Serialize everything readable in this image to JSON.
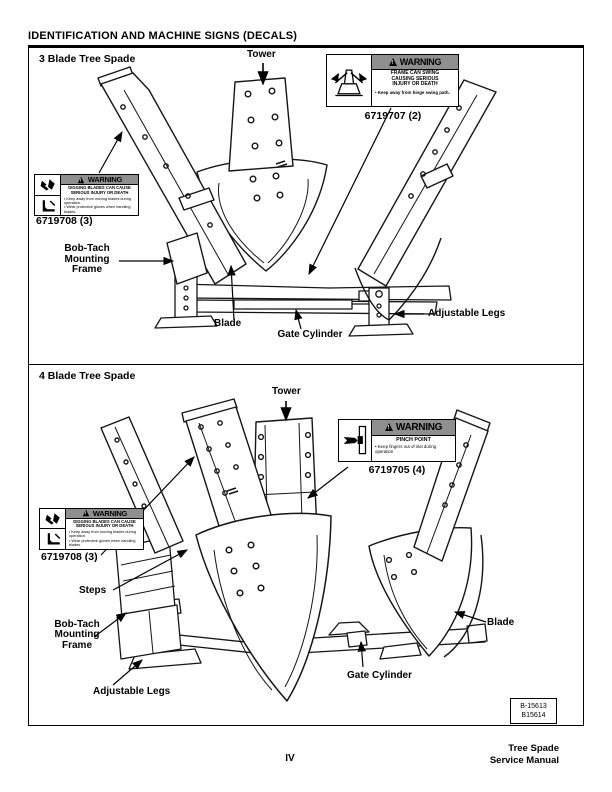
{
  "header": {
    "title": "IDENTIFICATION AND MACHINE SIGNS (DECALS)"
  },
  "panel1": {
    "title": "3 Blade Tree Spade",
    "labels": {
      "tower": "Tower",
      "bob_tach_line1": "Bob-Tach",
      "bob_tach_line2": "Mounting",
      "bob_tach_line3": "Frame",
      "blade": "Blade",
      "gate_cylinder": "Gate Cylinder",
      "adjustable_legs": "Adjustable Legs"
    }
  },
  "panel2": {
    "title": "4 Blade Tree Spade",
    "labels": {
      "tower": "Tower",
      "steps": "Steps",
      "bob_tach_line1": "Bob-Tach",
      "bob_tach_line2": "Mounting",
      "bob_tach_line3": "Frame",
      "blade": "Blade",
      "gate_cylinder": "Gate Cylinder",
      "adjustable_legs": "Adjustable Legs"
    }
  },
  "decals": {
    "frame_swing": {
      "signal_word": "WARNING",
      "line1": "FRAME CAN SWING",
      "line2": "CAUSING SERIOUS",
      "line3": "INJURY OR DEATH",
      "bullet": "• Keep away from hinge swing path.",
      "part_number": "6719707 (2)"
    },
    "digging_blades": {
      "signal_word": "WARNING",
      "head1": "DIGGING BLADES CAN CAUSE",
      "head2": "SERIOUS INJURY OR DEATH",
      "bullet1": "• Keep away from moving blades during operation.",
      "bullet2": "• Wear protective gloves when handling blades.",
      "part_number": "6719708 (3)"
    },
    "pinch_point": {
      "signal_word": "WARNING",
      "head": "PINCH POINT",
      "bullet": "• Keep fingers out of slot during operation",
      "part_number": "6719705 (4)"
    }
  },
  "figure_box": {
    "line1": "B-15613",
    "line2": "B15614"
  },
  "footer": {
    "page_number": "IV",
    "doc_title_line1": "Tree Spade",
    "doc_title_line2": "Service Manual"
  }
}
